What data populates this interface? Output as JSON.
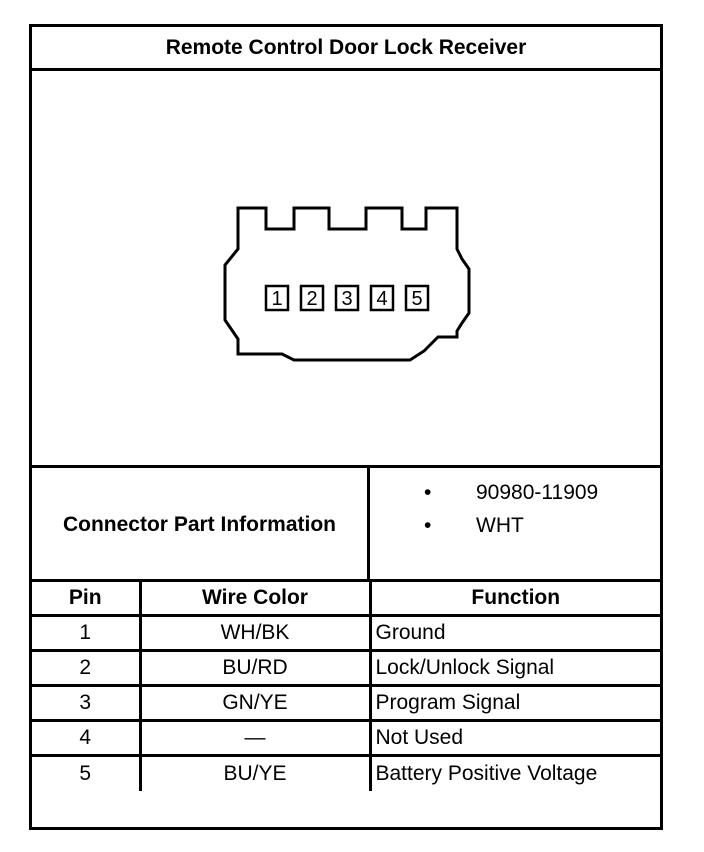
{
  "title": "Remote Control Door Lock Receiver",
  "connector": {
    "pin_labels": [
      "1",
      "2",
      "3",
      "4",
      "5"
    ]
  },
  "part_info": {
    "label": "Connector Part Information",
    "items": [
      "90980-11909",
      "WHT"
    ],
    "bullet": "•"
  },
  "table": {
    "headers": [
      "Pin",
      "Wire Color",
      "Function"
    ],
    "rows": [
      {
        "pin": "1",
        "wire": "WH/BK",
        "function": "Ground"
      },
      {
        "pin": "2",
        "wire": "BU/RD",
        "function": "Lock/Unlock Signal"
      },
      {
        "pin": "3",
        "wire": "GN/YE",
        "function": "Program Signal"
      },
      {
        "pin": "4",
        "wire": "—",
        "function": "Not Used"
      },
      {
        "pin": "5",
        "wire": "BU/YE",
        "function": "Battery Positive Voltage"
      }
    ]
  }
}
